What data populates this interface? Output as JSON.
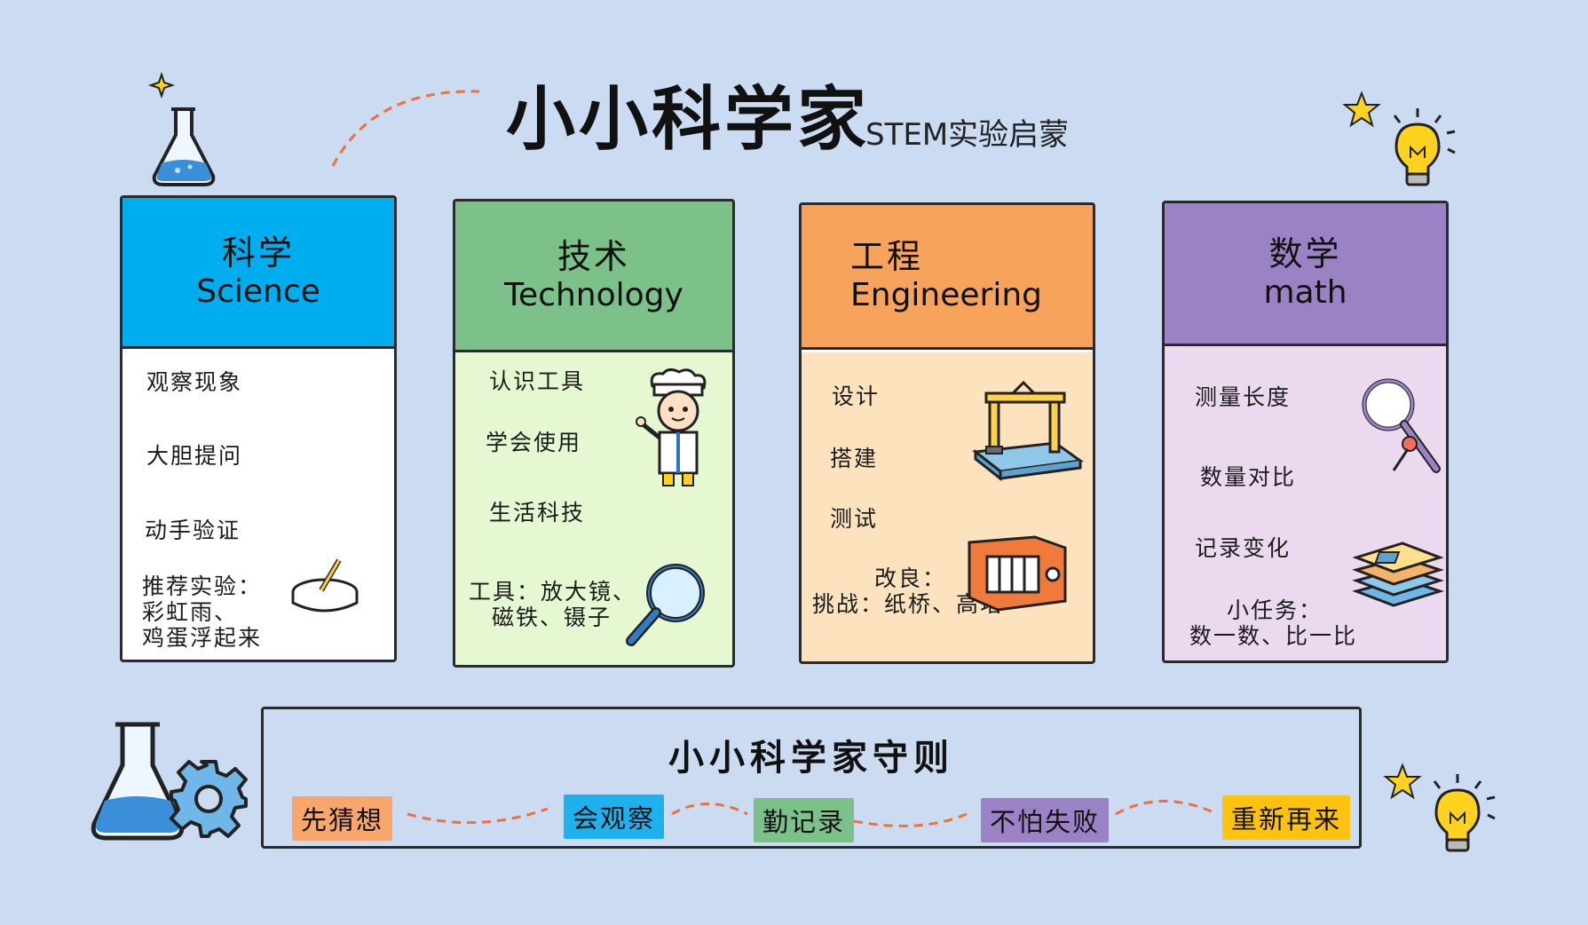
{
  "header": {
    "title": "小小科学家",
    "subtitle": "STEM实验启蒙"
  },
  "cards": [
    {
      "id": "science",
      "title_cn": "科学",
      "title_en": "Science",
      "head_color": "#00aeef",
      "body_color": "#ffffff",
      "items": [
        "观察现象",
        "大胆提问",
        "动手验证"
      ],
      "note": [
        "推荐实验：",
        "彩虹雨、",
        "鸡蛋浮起来"
      ]
    },
    {
      "id": "technology",
      "title_cn": "技术",
      "title_en": "Technology",
      "head_color": "#7cc08a",
      "body_color": "#e6f8d2",
      "items": [
        "认识工具",
        "学会使用",
        "生活科技"
      ],
      "note": [
        "工具：放大镜、",
        "磁铁、镊子"
      ]
    },
    {
      "id": "engineering",
      "title_cn": "工程",
      "title_en": "Engineering",
      "head_color": "#f7a35c",
      "body_color": "#fde3bd",
      "items": [
        "设计",
        "搭建",
        "测试"
      ],
      "note": [
        "改良：",
        "挑战：纸桥、高塔"
      ]
    },
    {
      "id": "math",
      "title_cn": "数学",
      "title_en": "math",
      "head_color": "#9b82c4",
      "body_color": "#ead9ef",
      "items": [
        "测量长度",
        "数量对比",
        "记录变化"
      ],
      "note": [
        "小任务：",
        "数一数、比一比"
      ]
    }
  ],
  "rules": {
    "title": "小小科学家守则",
    "steps": [
      {
        "label": "先猜想",
        "color": "#f9a66c"
      },
      {
        "label": "会观察",
        "color": "#1fb1ee"
      },
      {
        "label": "勤记录",
        "color": "#7cc08a"
      },
      {
        "label": "不怕失败",
        "color": "#9b82c4"
      },
      {
        "label": "重新再来",
        "color": "#ffc20e"
      }
    ]
  },
  "icons": {
    "flask-top": "flask-icon",
    "bulb": "light-bulb-icon",
    "star": "star-icon",
    "gear": "gear-icon",
    "magnifier": "magnifying-glass-icon",
    "scientist": "scientist-character-icon",
    "dish": "petri-dish-icon",
    "crane": "crane-model-icon",
    "bridge": "bridge-model-icon",
    "blocks": "stacked-blocks-icon"
  }
}
